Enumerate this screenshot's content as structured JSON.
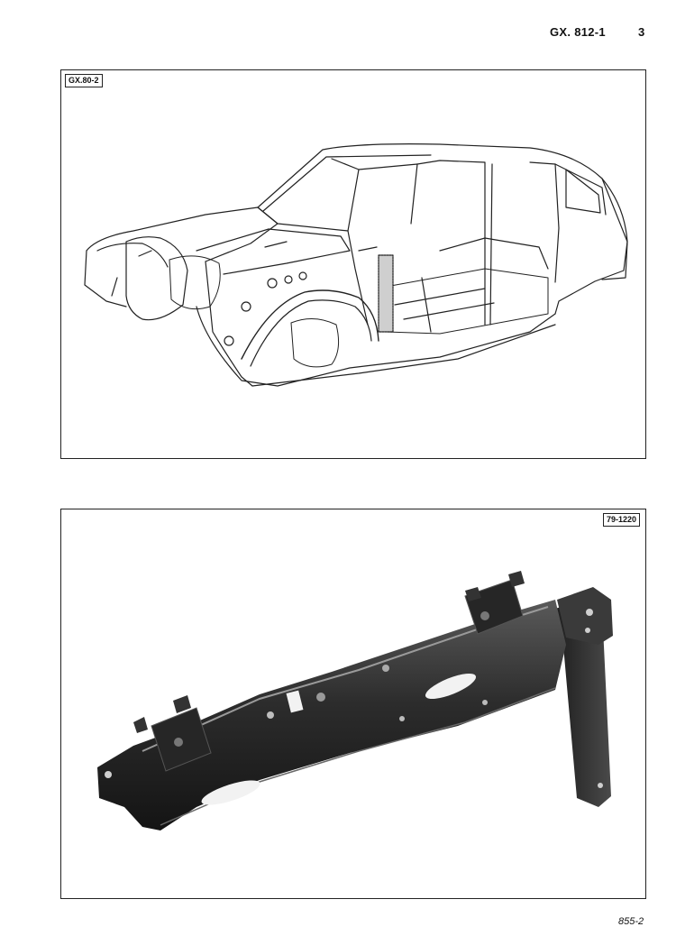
{
  "header": {
    "doc_code": "GX. 812-1",
    "page_number": "3"
  },
  "figure1": {
    "ref_code": "GX.80-2"
  },
  "figure2": {
    "ref_code": "79-1220"
  },
  "footer": {
    "code": "855-2"
  }
}
